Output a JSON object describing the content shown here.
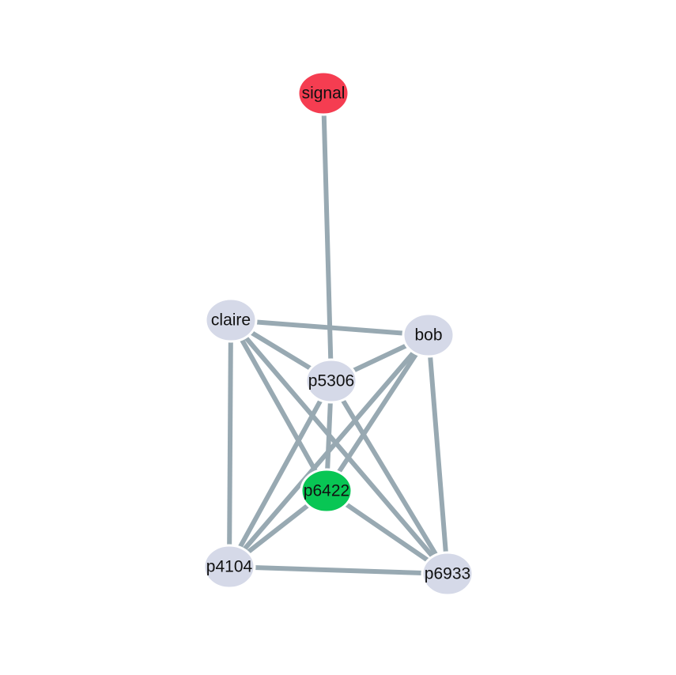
{
  "graph": {
    "nodes": [
      {
        "id": "signal",
        "label": "signal",
        "color": "#f53d51"
      },
      {
        "id": "claire",
        "label": "claire",
        "color": "#d5d9e8"
      },
      {
        "id": "bob",
        "label": "bob",
        "color": "#d5d9e8"
      },
      {
        "id": "p5306",
        "label": "p5306",
        "color": "#d5d9e8"
      },
      {
        "id": "p6422",
        "label": "p6422",
        "color": "#08c654"
      },
      {
        "id": "p4104",
        "label": "p4104",
        "color": "#d5d9e8"
      },
      {
        "id": "p6933",
        "label": "p6933",
        "color": "#d5d9e8"
      }
    ],
    "edges": [
      [
        "signal",
        "p5306"
      ],
      [
        "claire",
        "bob"
      ],
      [
        "claire",
        "p5306"
      ],
      [
        "claire",
        "p6422"
      ],
      [
        "claire",
        "p4104"
      ],
      [
        "claire",
        "p6933"
      ],
      [
        "bob",
        "p5306"
      ],
      [
        "bob",
        "p6422"
      ],
      [
        "bob",
        "p4104"
      ],
      [
        "bob",
        "p6933"
      ],
      [
        "p5306",
        "p6422"
      ],
      [
        "p5306",
        "p4104"
      ],
      [
        "p5306",
        "p6933"
      ],
      [
        "p6422",
        "p4104"
      ],
      [
        "p6422",
        "p6933"
      ],
      [
        "p4104",
        "p6933"
      ]
    ],
    "edge_color": "#98a9b2"
  }
}
